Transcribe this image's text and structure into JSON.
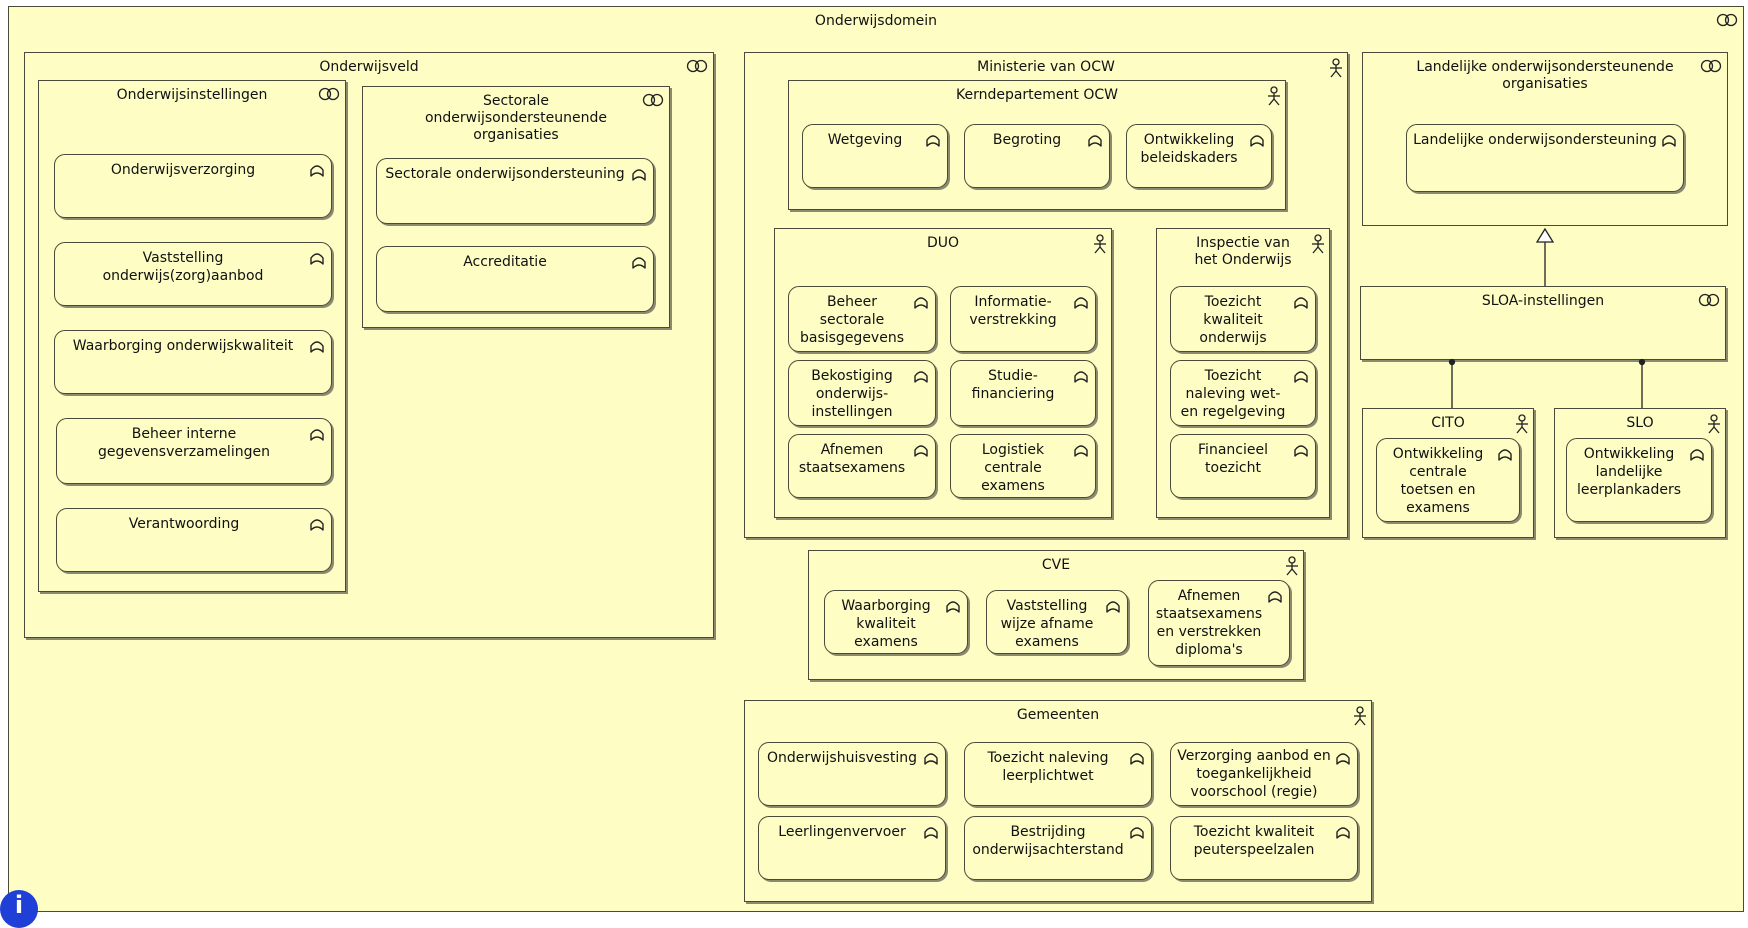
{
  "diagram": {
    "root": {
      "title": "Onderwijsdomein"
    },
    "onderwijsveld": {
      "title": "Onderwijsveld"
    },
    "onderwijsinstellingen": {
      "title": "Onderwijsinstellingen",
      "services": [
        "Onderwijsverzorging",
        "Vaststelling onderwijs(zorg)aanbod",
        "Waarborging onderwijskwaliteit",
        "Beheer interne gegevensverzamelingen",
        "Verantwoording"
      ]
    },
    "sectorale": {
      "title": "Sectorale onderwijsondersteunende organisaties",
      "services": [
        "Sectorale onderwijsondersteuning",
        "Accreditatie"
      ]
    },
    "ministerie": {
      "title": "Ministerie van OCW"
    },
    "kerndepartement": {
      "title": "Kerndepartement OCW",
      "services": [
        "Wetgeving",
        "Begroting",
        "Ontwikkeling beleidskaders"
      ]
    },
    "duo": {
      "title": "DUO",
      "services": [
        "Beheer sectorale basisgegevens",
        "Informatie-verstrekking",
        "Bekostiging onderwijs-instellingen",
        "Studie-financiering",
        "Afnemen staatsexamens",
        "Logistiek centrale examens"
      ]
    },
    "inspectie": {
      "title": "Inspectie van het Onderwijs",
      "services": [
        "Toezicht kwaliteit onderwijs",
        "Toezicht naleving wet- en regelgeving",
        "Financieel toezicht"
      ]
    },
    "landelijke": {
      "title": "Landelijke onderwijsondersteunende organisaties",
      "services": [
        "Landelijke onderwijsondersteuning"
      ]
    },
    "sloa": {
      "title": "SLOA-instellingen"
    },
    "cito": {
      "title": "CITO",
      "services": [
        "Ontwikkeling centrale toetsen en examens"
      ]
    },
    "slo": {
      "title": "SLO",
      "services": [
        "Ontwikkeling landelijke leerplankaders"
      ]
    },
    "cve": {
      "title": "CVE",
      "services": [
        "Waarborging kwaliteit examens",
        "Vaststelling wijze afname examens",
        "Afnemen staatsexamens en verstrekken diploma's"
      ]
    },
    "gemeenten": {
      "title": "Gemeenten",
      "services": [
        "Onderwijshuisvesting",
        "Toezicht naleving leerplichtwet",
        "Verzorging aanbod en toegankelijkheid voorschool (regie)",
        "Leerlingenvervoer",
        "Bestrijding onderwijsachterstand",
        "Toezicht kwaliteit peuterspeelzalen"
      ]
    },
    "icons": {
      "service": "service-icon",
      "actor": "actor-icon",
      "collaboration": "collaboration-icon",
      "info": "info-icon"
    },
    "colors": {
      "fill": "#fdfdc4",
      "stroke": "#4a4a3a",
      "info": "#1f3fd6"
    }
  }
}
